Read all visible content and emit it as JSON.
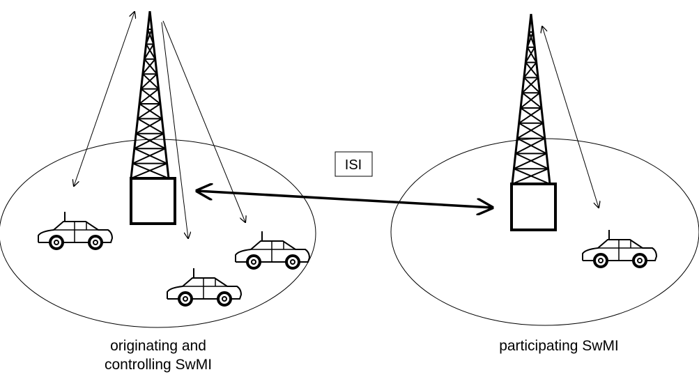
{
  "labels": {
    "isi": "ISI",
    "left_line1": "originating and",
    "left_line2": "controlling SwMI",
    "right": "participating SwMI"
  },
  "colors": {
    "stroke": "#000000",
    "background": "#ffffff"
  },
  "icons": [
    "radio-tower-icon",
    "base-station-icon",
    "car-icon"
  ]
}
